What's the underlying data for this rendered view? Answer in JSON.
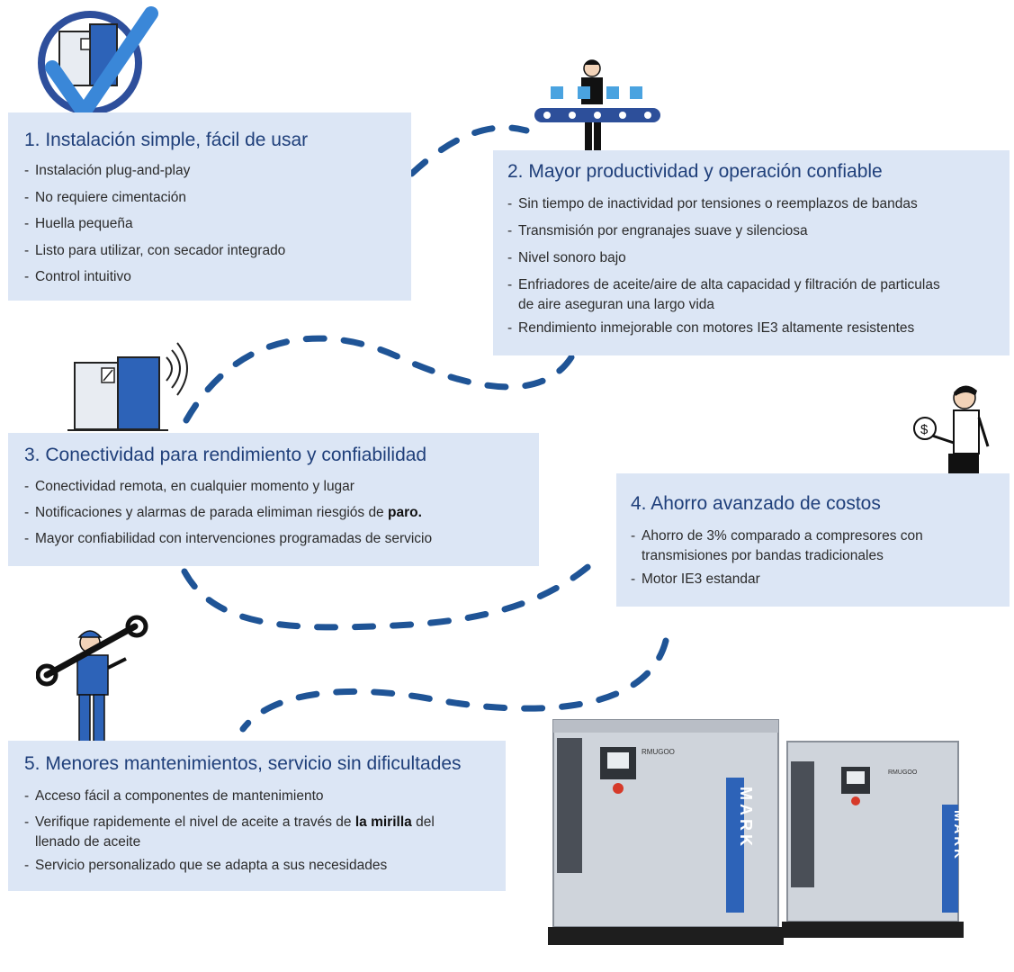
{
  "sections": [
    {
      "title": "1. Instalación simple, fácil de usar",
      "items": [
        "Instalación plug-and-play",
        "No requiere cimentación",
        "Huella pequeña",
        "Listo para utilizar, con secador integrado",
        "Control intuitivo"
      ]
    },
    {
      "title": "2. Mayor productividad y operación confiable",
      "items": [
        "Sin tiempo de inactividad por tensiones o reemplazos de bandas",
        "Transmisión por engranajes suave y silenciosa",
        "Nivel sonoro bajo",
        "Enfriadores de aceite/aire de alta capacidad y filtración de particulas",
        "de aire aseguran una largo vida",
        "Rendimiento inmejorable con motores IE3 altamente resistentes"
      ]
    },
    {
      "title": "3. Conectividad para rendimiento y confiabilidad",
      "items": [
        "Conectividad remota, en cualquier momento y lugar",
        "Notificaciones y alarmas de parada elimiman riesgiós de ",
        "paro.",
        "Mayor confiabilidad con intervenciones programadas de servicio"
      ]
    },
    {
      "title": "4. Ahorro avanzado de costos",
      "items": [
        "Ahorro de 3% comparado a compresores con",
        "transmisiones por bandas tradicionales",
        "Motor IE3 estandar"
      ]
    },
    {
      "title": "5. Menores mantenimientos, servicio sin dificultades",
      "items": [
        "Acceso fácil a componentes de mantenimiento",
        "Verifique rapidemente el nivel de aceite a través de ",
        "la mirilla",
        " del",
        "llenado de aceite",
        "Servicio personalizado que se adapta a sus necesidades"
      ]
    }
  ],
  "brand": {
    "logo_text": "MARK",
    "model_badge": "RMUGOO"
  },
  "colors": {
    "panel_bg": "#dce6f5",
    "title": "#1f3f7a",
    "dash": "#1f5496",
    "accent_blue": "#2d63b8"
  }
}
